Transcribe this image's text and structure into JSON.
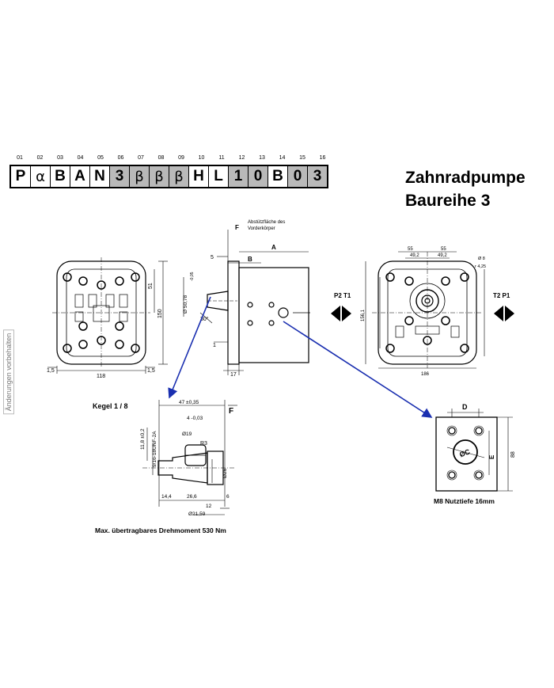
{
  "code": {
    "positions": [
      "01",
      "02",
      "03",
      "04",
      "05",
      "06",
      "07",
      "08",
      "09",
      "10",
      "11",
      "12",
      "13",
      "14",
      "15",
      "16"
    ],
    "chars": [
      "P",
      "α",
      "B",
      "A",
      "N",
      "3",
      "β",
      "β",
      "β",
      "H",
      "L",
      "1",
      "0",
      "B",
      "0",
      "3"
    ],
    "grey": [
      false,
      false,
      false,
      false,
      false,
      true,
      true,
      true,
      true,
      false,
      false,
      true,
      true,
      false,
      true,
      true
    ]
  },
  "title": {
    "line1": "Zahnradpumpe",
    "line2": "Baureihe 3"
  },
  "side_note": "Änderungen vorbehalten",
  "drawing": {
    "abstuetz": [
      "Abstützfläche des",
      "Vorderkörper"
    ],
    "front": {
      "d51": "51",
      "d150": "150",
      "d118": "118",
      "d15a": "1,5",
      "d15b": "1,5"
    },
    "side": {
      "F": "F",
      "A": "A",
      "B": "B",
      "d5": "5",
      "dia": "Ø 50,78",
      "tol": "-0,05",
      "a30": "30°",
      "d1": "1",
      "d17": "17"
    },
    "rear": {
      "w55a": "55",
      "w55b": "55",
      "w492a": "49,2",
      "w492b": "49,2",
      "hole": "Ø 8",
      "P2T1": "P2 T1",
      "T2P1": "T2 P1",
      "d1561": "156,1",
      "w186": "186",
      "r425": "r 4,25"
    },
    "shaft": {
      "kegel": "Kegel 1 / 8",
      "d47": "47 ±0,35",
      "F": "F",
      "d118": "11,8 ±0,2",
      "thread": "9/16-18UNF-2A",
      "key": "4 -0,03",
      "d19": "Ø19",
      "r3": "R3",
      "d26": "Ø26",
      "d144": "14,4",
      "d266": "26,6",
      "d12": "12",
      "d6": "6",
      "d2159": "Ø21,59",
      "torque": "Max. übertragbares Drehmoment 530 Nm"
    },
    "flange": {
      "D": "D",
      "C": "ØC",
      "E": "E",
      "d88": "88",
      "note": "M8 Nutztiefe 16mm"
    }
  }
}
